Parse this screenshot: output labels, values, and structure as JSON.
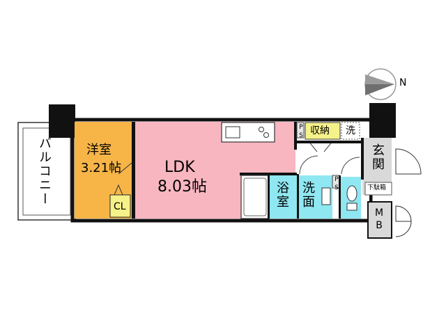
{
  "compass": {
    "north_label": "N"
  },
  "balcony": {
    "label": "バルコニー"
  },
  "western_room": {
    "name": "洋室",
    "size": "3.21帖",
    "closet": "CL"
  },
  "ldk": {
    "name": "LDK",
    "size": "8.03帖"
  },
  "storage": {
    "label": "収納"
  },
  "washer": {
    "label": "洗"
  },
  "ps": {
    "label": "PS"
  },
  "bath": {
    "label": "浴室"
  },
  "washroom": {
    "label": "洗面"
  },
  "entrance": {
    "label": "玄関",
    "shoe_box": "下駄箱"
  },
  "mb": {
    "label": "MB"
  },
  "colors": {
    "ldk": "#f8b6c0",
    "western_room": "#f7b548",
    "closet": "#f6f28a",
    "storage": "#f6f28a",
    "bath": "#8fe7f2",
    "washroom": "#8fe7f2",
    "toilet": "#8fe7f2",
    "entrance": "#d9d9d9",
    "mb": "#d9d9d9",
    "wall": "#111111"
  }
}
